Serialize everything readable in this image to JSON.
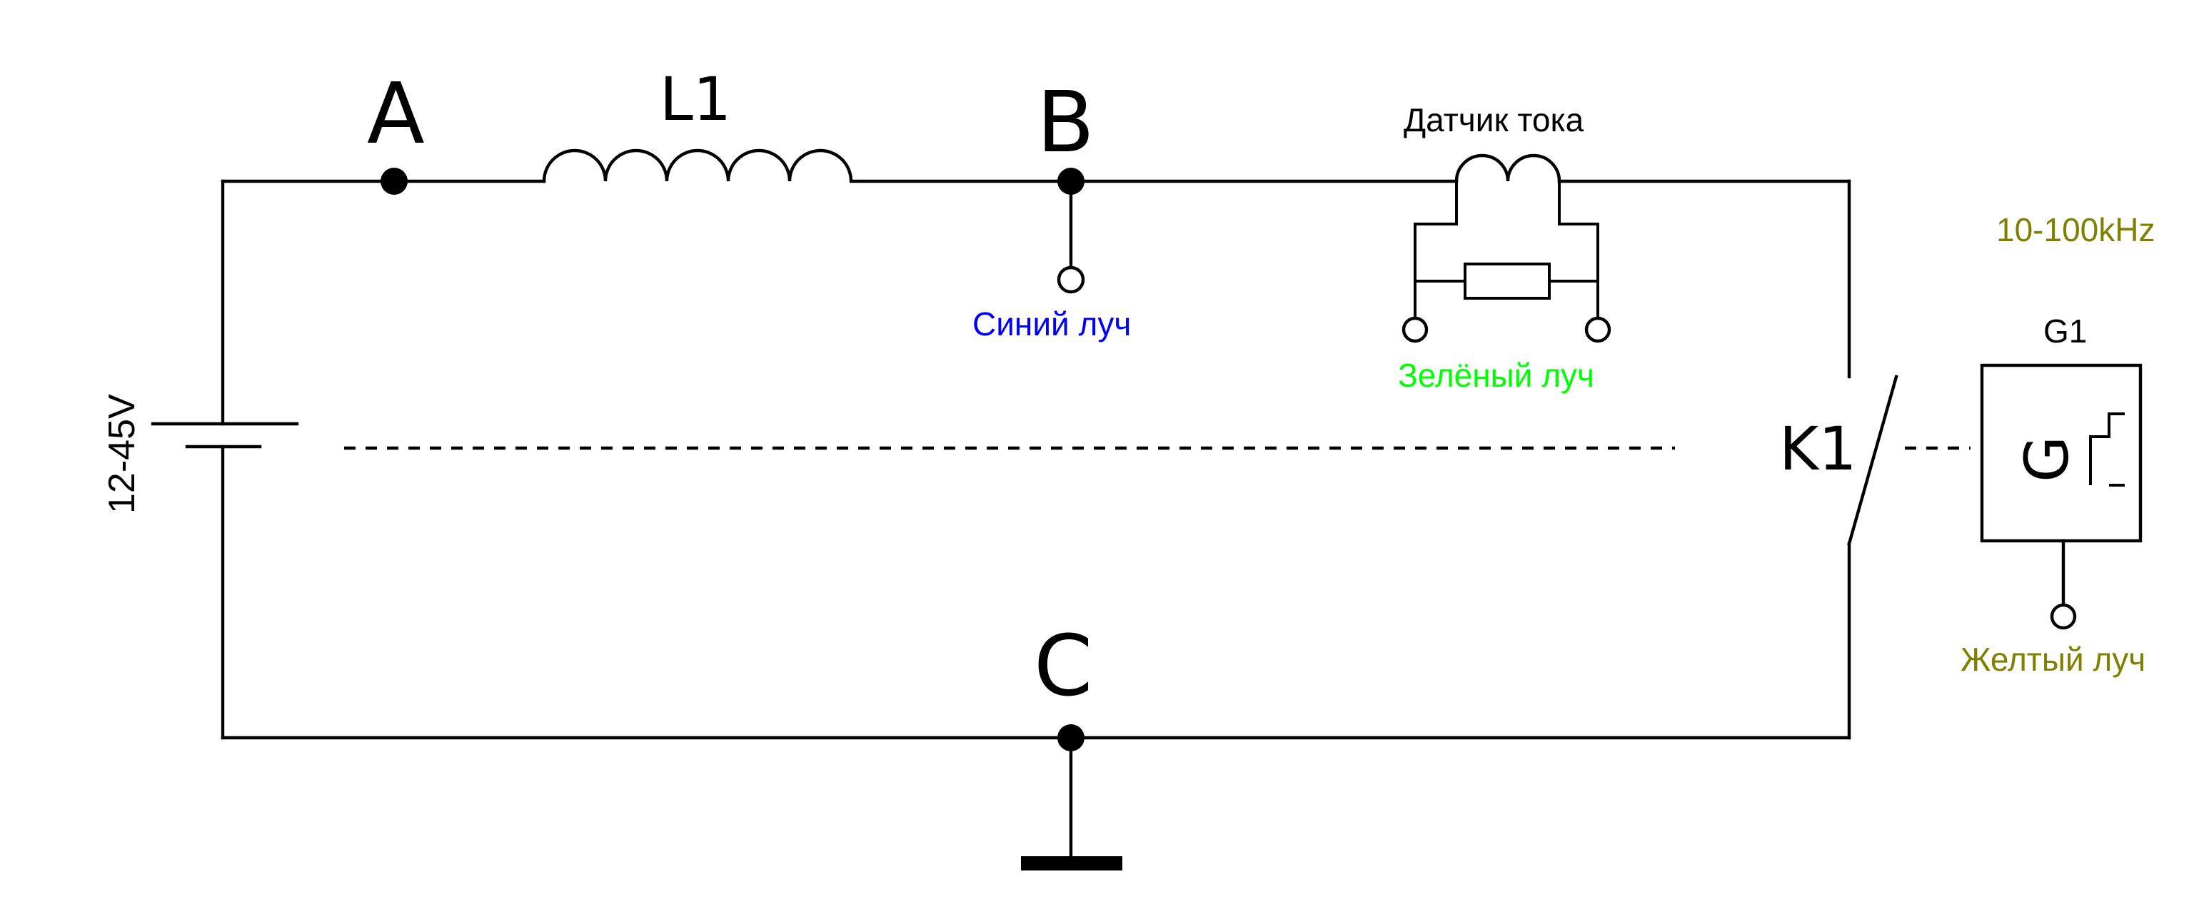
{
  "labels": {
    "node_a": "A",
    "node_b": "B",
    "node_c": "C",
    "inductor": "L1",
    "current_sensor": "Датчик тока",
    "blue_probe": "Синий луч",
    "green_probe": "Зелёный луч",
    "yellow_probe": "Желтый луч",
    "frequency": "10-100kHz",
    "generator": "G1",
    "generator_symbol": "G",
    "switch": "K1",
    "voltage": "12-45V"
  },
  "colors": {
    "wire": "#000000",
    "blue_probe": "#0000ff",
    "green_probe": "#00ff00",
    "yellow_probe": "#808000",
    "frequency": "#808000"
  },
  "icons": {
    "battery": "battery-icon",
    "inductor": "inductor-coil-icon",
    "current_sensor": "current-transformer-icon",
    "shunt": "resistor-icon",
    "switch": "switch-icon",
    "generator": "pulse-generator-icon",
    "ground": "ground-icon"
  }
}
